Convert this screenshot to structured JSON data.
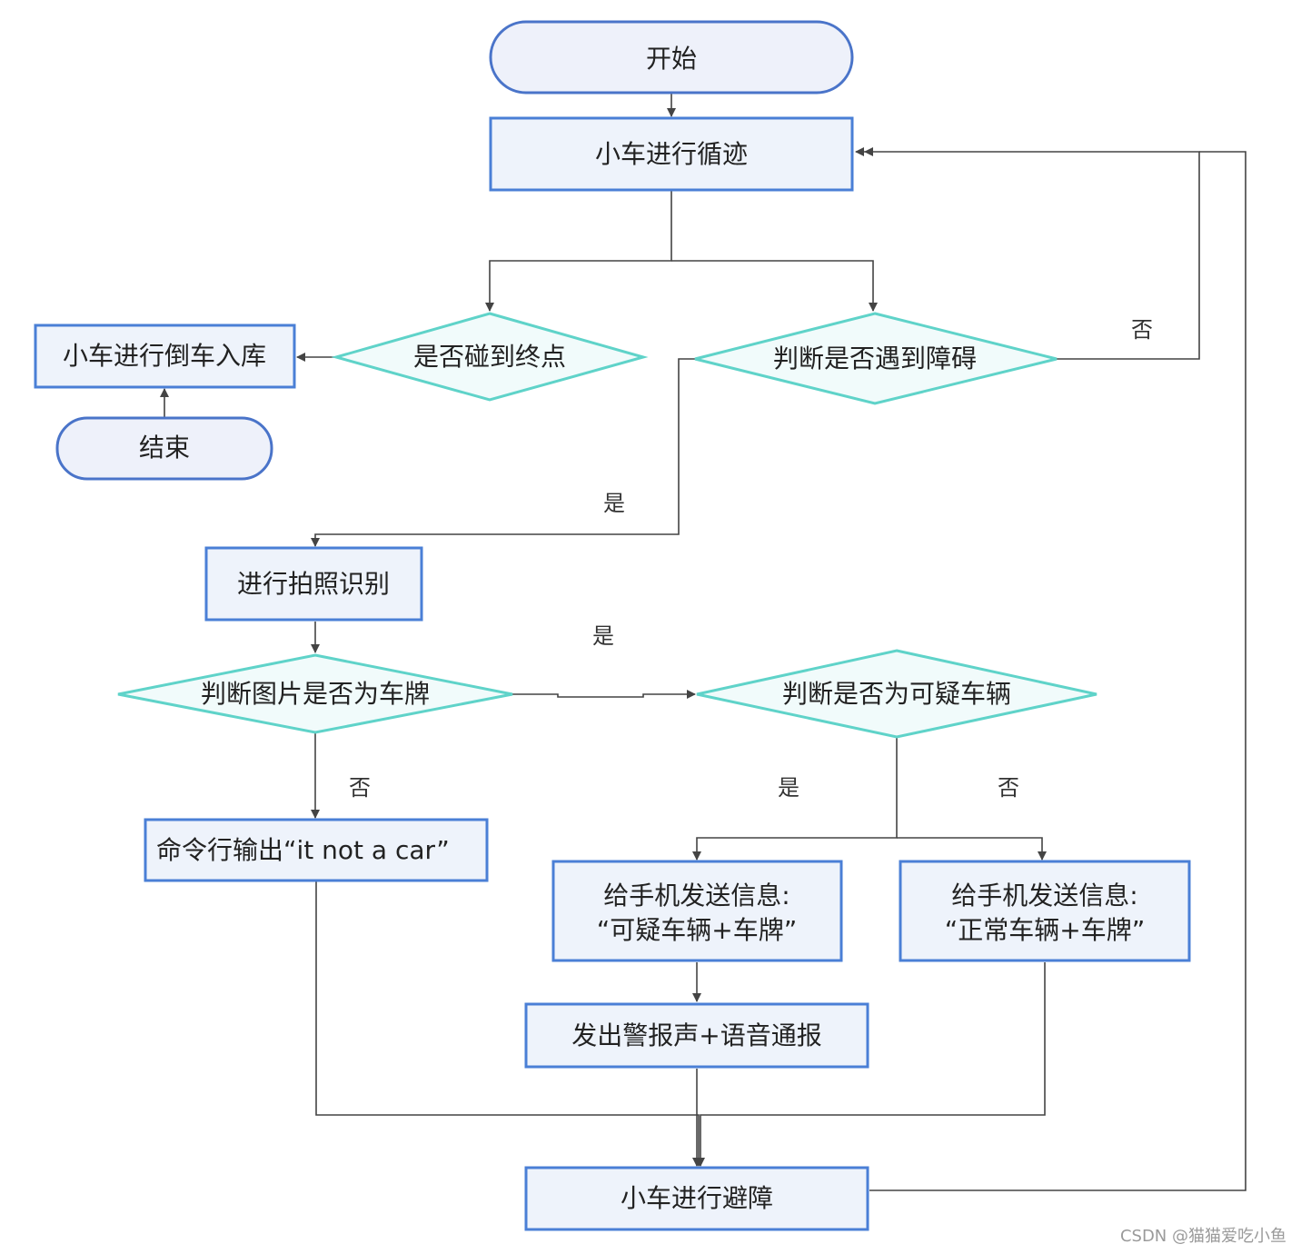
{
  "nodes": {
    "start": "开始",
    "line_follow": "小车进行循迹",
    "reach_end": "是否碰到终点",
    "reverse_park": "小车进行倒车入库",
    "end": "结束",
    "obstacle_check": "判断是否遇到障碍",
    "photo_recognition": "进行拍照识别",
    "plate_check": "判断图片是否为车牌",
    "suspicious_check": "判断是否为可疑车辆",
    "cmd_output": "命令行输出“it not a car”",
    "send_suspicious_line1": "给手机发送信息:",
    "send_suspicious_line2": "“可疑车辆+车牌”",
    "send_normal_line1": "给手机发送信息:",
    "send_normal_line2": "“正常车辆+车牌”",
    "alarm": "发出警报声+语音通报",
    "avoid": "小车进行避障"
  },
  "edge_labels": {
    "obstacle_no": "否",
    "obstacle_yes": "是",
    "plate_yes": "是",
    "plate_no": "否",
    "suspicious_yes": "是",
    "suspicious_no": "否"
  },
  "watermark": "CSDN @猫猫爱吃小鱼",
  "colors": {
    "terminal_stroke": "#4a74c9",
    "process_stroke": "#4a7fd6",
    "decision_stroke": "#5fd3c9",
    "connector": "#444444"
  }
}
